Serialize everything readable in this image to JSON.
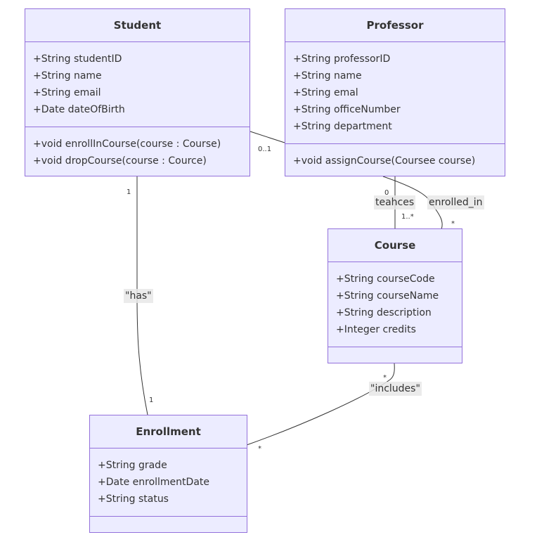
{
  "classes": {
    "student": {
      "name": "Student",
      "attributes": [
        "+String studentID",
        "+String name",
        "+String email",
        "+Date dateOfBirth"
      ],
      "methods": [
        "+void enrollInCourse(course : Course)",
        "+void dropCourse(course : Cource)"
      ]
    },
    "professor": {
      "name": "Professor",
      "attributes": [
        "+String professorID",
        "+String name",
        "+String emal",
        "+String officeNumber",
        "+String department"
      ],
      "methods": [
        "+void assignCourse(Coursee course)"
      ]
    },
    "course": {
      "name": "Course",
      "attributes": [
        "+String courseCode",
        "+String courseName",
        "+String description",
        "+Integer credits"
      ],
      "methods": []
    },
    "enrollment": {
      "name": "Enrollment",
      "attributes": [
        "+String grade",
        "+Date enrollmentDate",
        "+String status"
      ],
      "methods": []
    }
  },
  "relations": {
    "student_professor": {
      "label": "",
      "mult_end": "0..1"
    },
    "professor_course_teaches": {
      "label": "teahces",
      "mult_start": "0",
      "mult_end": "1..*"
    },
    "student_course_enrolled": {
      "label": "enrolled_in",
      "mult_end": "*"
    },
    "student_enrollment": {
      "label": "\"has\"",
      "mult_start": "1",
      "mult_end": "1"
    },
    "course_enrollment": {
      "label": "\"includes\"",
      "mult_start": "*",
      "mult_end": "*"
    }
  },
  "colors": {
    "box_fill": "#ececff",
    "box_border": "#9370db",
    "edge": "#333333",
    "label_bg": "#e8e8e8"
  }
}
